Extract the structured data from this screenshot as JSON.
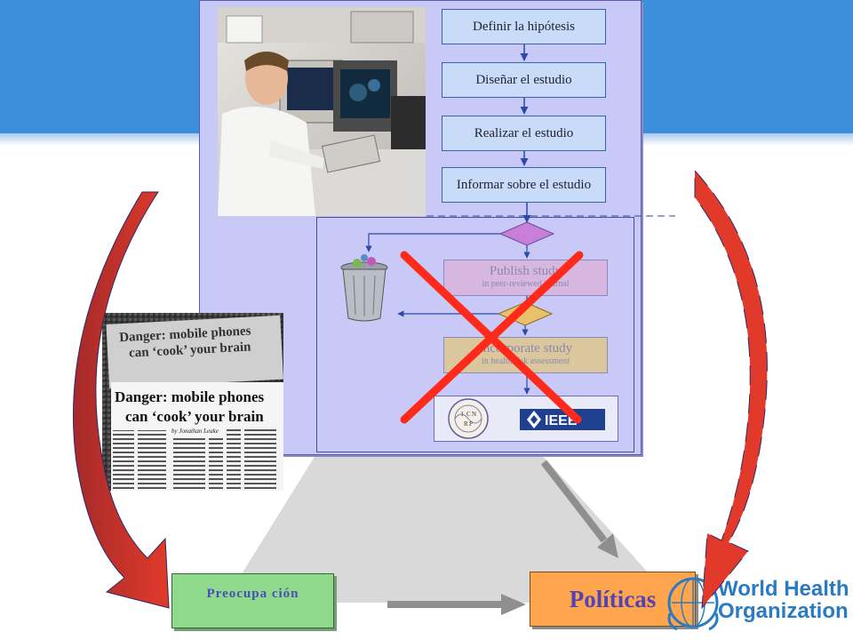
{
  "flow_steps": [
    {
      "label": "Definir la hipótesis"
    },
    {
      "label": "Diseñar el estudio"
    },
    {
      "label": "Realizar el estudio"
    },
    {
      "label": "Informar sobre el estudio"
    }
  ],
  "review_steps": {
    "publish": {
      "label": "Publish study",
      "sub": "in peer-reviewed journal"
    },
    "incorporate": {
      "label": "Incorporate study",
      "sub": "in health risk assessment"
    }
  },
  "logos": {
    "icnirp_letters": [
      "I",
      "C",
      "N",
      "R",
      "P"
    ],
    "ieee": "IEEE"
  },
  "newspaper": {
    "headline_line1": "Danger: mobile phones",
    "headline_line2": "can ‘cook’ your brain",
    "byline": "by Jonathan Leake"
  },
  "concern": {
    "label": "Preocupa ción"
  },
  "policy": {
    "label": "Políticas"
  },
  "who": {
    "line1": "World Health",
    "line2": "Organization"
  },
  "colors": {
    "header_band": "#3d8fdb",
    "panel": "#c9c9f7",
    "step_box": "#c8dcfa",
    "concern_box": "#8ed98c",
    "policy_box": "#ffa54d",
    "cross": "#ff2a1a",
    "curved_arrow": "#d9352b",
    "who_blue": "#2a7bc2"
  }
}
